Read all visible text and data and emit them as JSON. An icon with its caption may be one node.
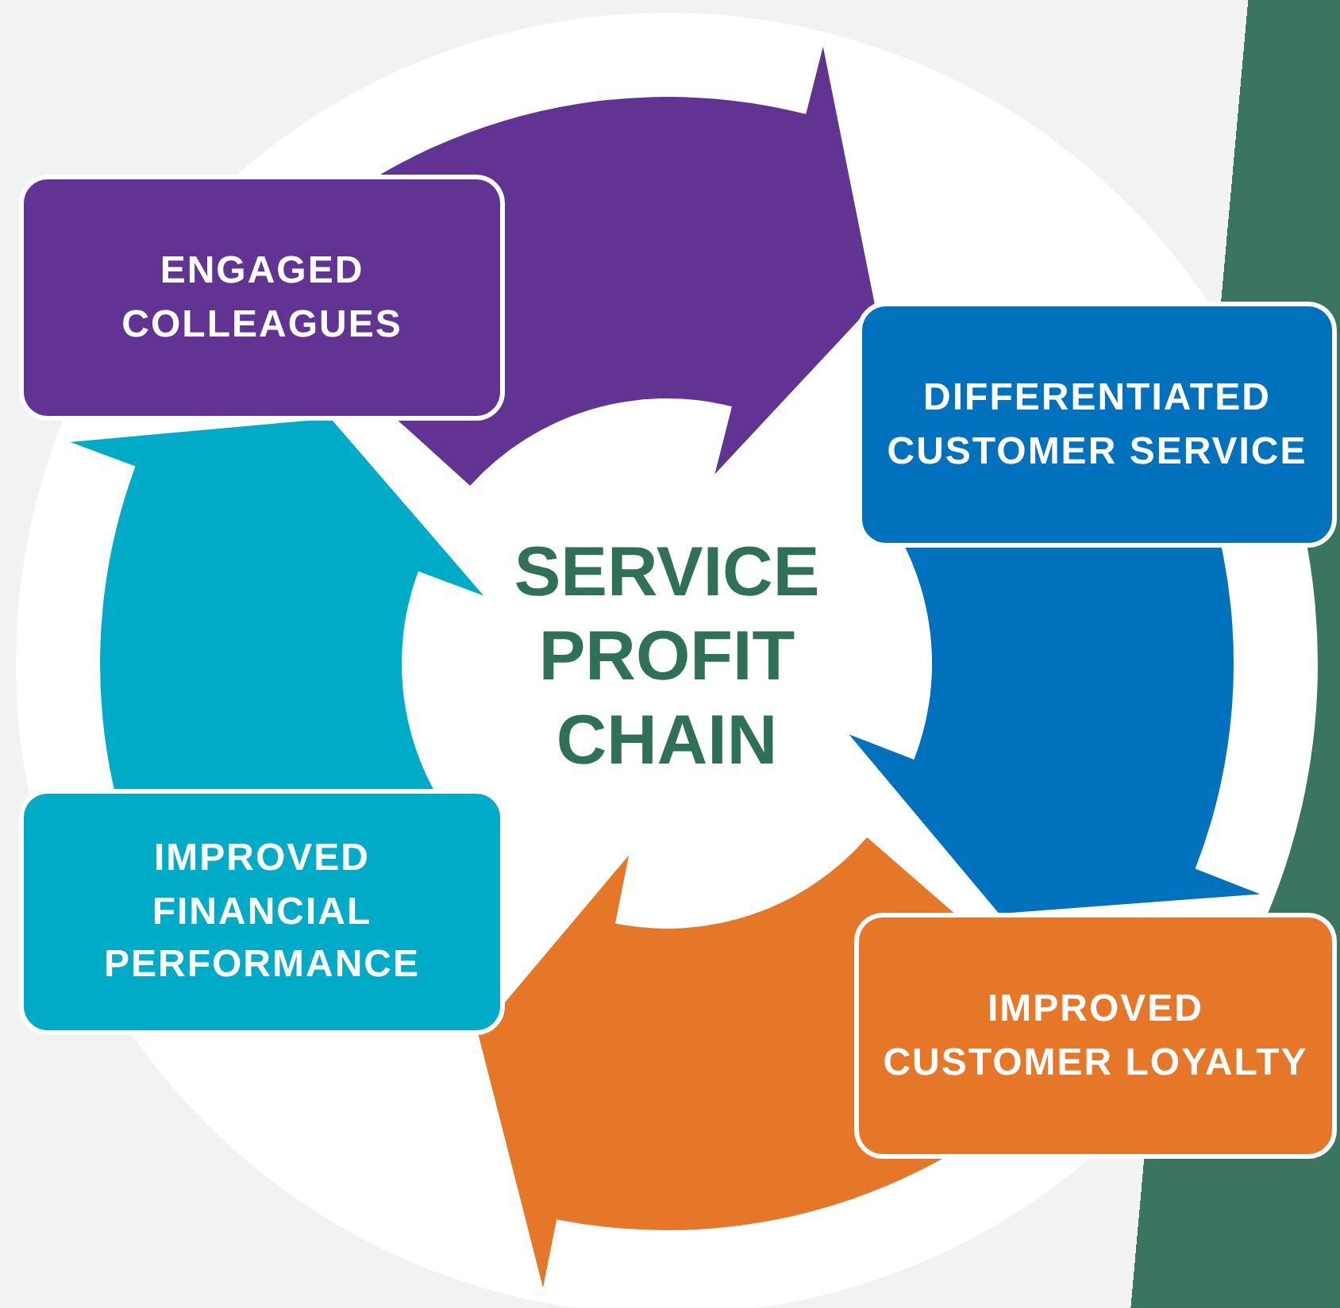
{
  "diagram": {
    "nodes": [
      {
        "text": [
          "ENGAGED COLLEAGUES"
        ]
      },
      {
        "text": [
          "DIFFERENTIATED CUSTOMER SERVICE"
        ]
      },
      {
        "text": [
          "IMPROVED CUSTOMER LOYALTY"
        ]
      },
      {
        "text": [
          "IMPROVED FINANCIAL PERFORMANCE"
        ]
      }
    ],
    "edges": [
      {
        "from": 0,
        "to": 1,
        "arrow": "to",
        "style": "thick",
        "color": "#613493"
      },
      {
        "from": 1,
        "to": 2,
        "arrow": "to",
        "style": "thick",
        "color": "#0071bc"
      },
      {
        "from": 2,
        "to": 3,
        "arrow": "to",
        "style": "thick",
        "color": "#e77728"
      },
      {
        "from": 3,
        "to": 0,
        "arrow": "to",
        "style": "thick",
        "color": "#00abc8"
      }
    ],
    "labels": [
      "SERVICE PROFIT CHAIN"
    ]
  }
}
